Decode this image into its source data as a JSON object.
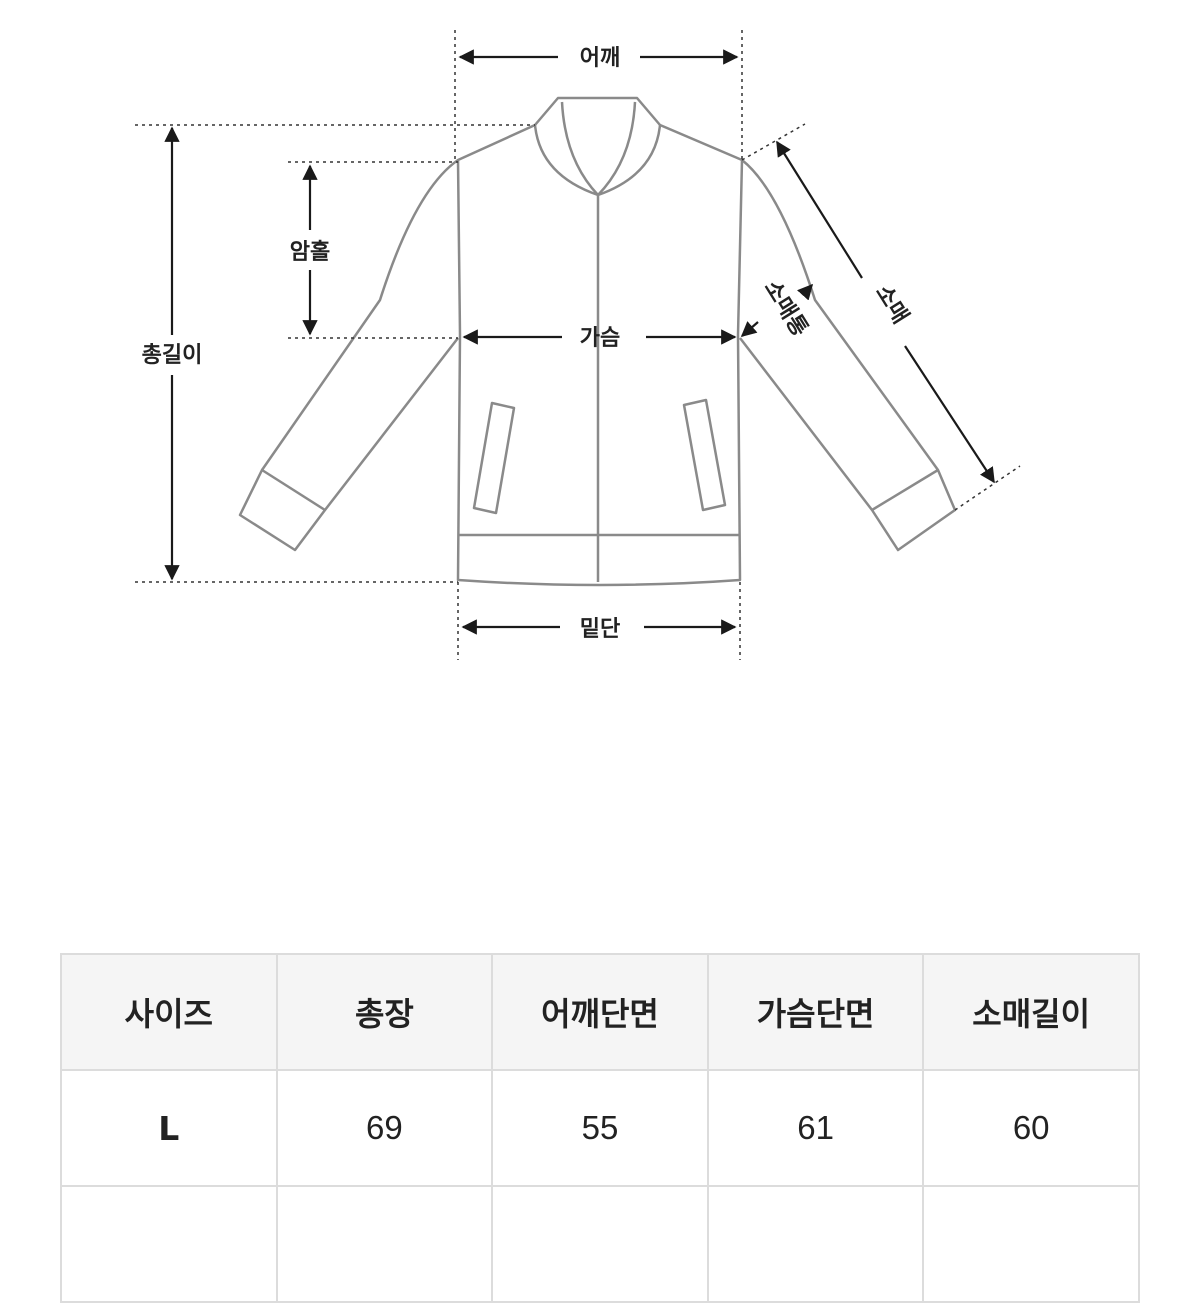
{
  "diagram": {
    "labels": {
      "shoulder": "어깨",
      "armhole": "암홀",
      "total_length": "총길이",
      "chest": "가슴",
      "sleeve_width": "소매통",
      "sleeve": "소매",
      "hem": "밑단"
    }
  },
  "size_table": {
    "headers": [
      "사이즈",
      "총장",
      "어깨단면",
      "가슴단면",
      "소매길이"
    ],
    "rows": [
      [
        "L",
        "69",
        "55",
        "61",
        "60"
      ],
      [
        "",
        "",
        "",
        "",
        ""
      ]
    ]
  },
  "colors": {
    "outline": "#8a8a8a",
    "dimension_line": "#1a1a1a",
    "table_border": "#dcdcdc",
    "header_bg": "#f5f5f5"
  }
}
